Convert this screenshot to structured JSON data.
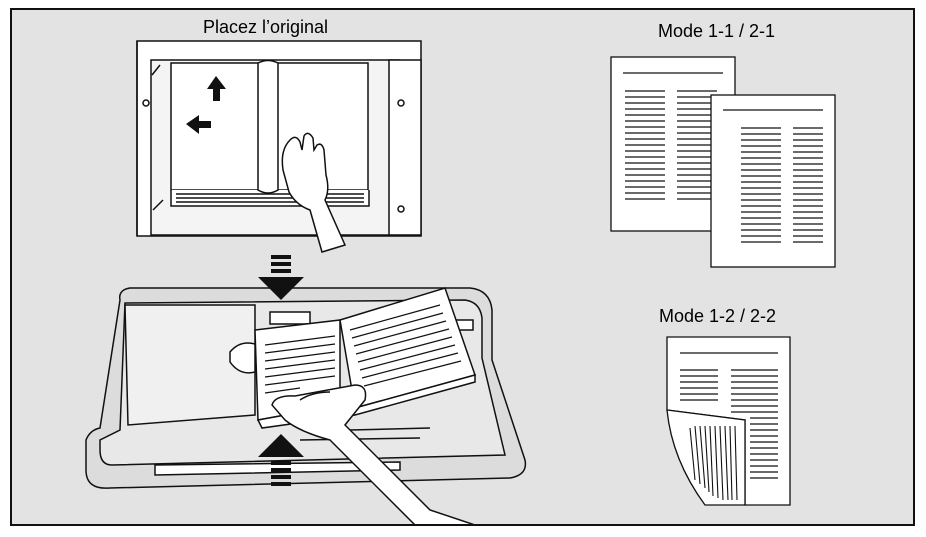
{
  "labels": {
    "place_original": "Placez l’original",
    "mode_simplex": "Mode 1-1 / 2-1",
    "mode_duplex": "Mode 1-2 / 2-2"
  },
  "colors": {
    "panel_bg": "#e3e3e3",
    "paper": "#ffffff",
    "ink": "#111111"
  },
  "icons": {
    "arrow_up": "black up arrow",
    "arrow_left": "black left arrow",
    "striped_arrow_down": "striped down arrow",
    "striped_arrow_up": "striped up arrow"
  }
}
